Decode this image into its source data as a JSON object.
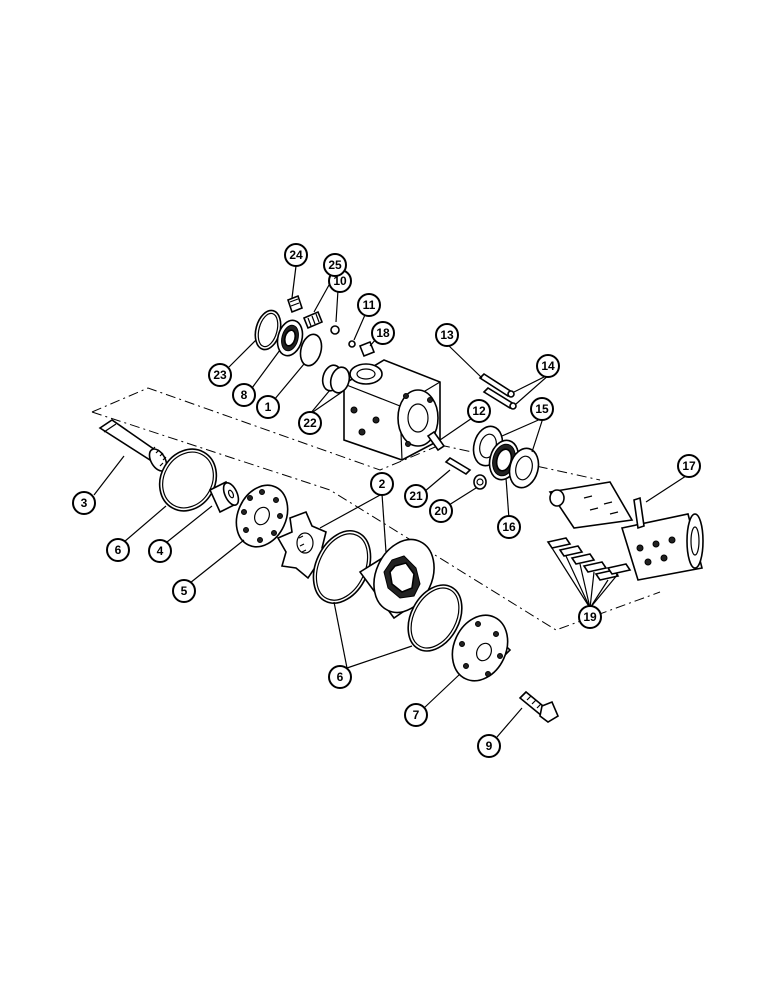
{
  "callouts": [
    {
      "id": "c1",
      "label": "1"
    },
    {
      "id": "c2",
      "label": "2"
    },
    {
      "id": "c3",
      "label": "3"
    },
    {
      "id": "c4",
      "label": "4"
    },
    {
      "id": "c5",
      "label": "5"
    },
    {
      "id": "c6a",
      "label": "6"
    },
    {
      "id": "c6b",
      "label": "6"
    },
    {
      "id": "c7",
      "label": "7"
    },
    {
      "id": "c8",
      "label": "8"
    },
    {
      "id": "c9",
      "label": "9"
    },
    {
      "id": "c10",
      "label": "10"
    },
    {
      "id": "c11",
      "label": "11"
    },
    {
      "id": "c12",
      "label": "12"
    },
    {
      "id": "c13",
      "label": "13"
    },
    {
      "id": "c14",
      "label": "14"
    },
    {
      "id": "c15",
      "label": "15"
    },
    {
      "id": "c16",
      "label": "16"
    },
    {
      "id": "c17",
      "label": "17"
    },
    {
      "id": "c18",
      "label": "18"
    },
    {
      "id": "c19",
      "label": "19"
    },
    {
      "id": "c20",
      "label": "20"
    },
    {
      "id": "c21",
      "label": "21"
    },
    {
      "id": "c22",
      "label": "22"
    },
    {
      "id": "c23",
      "label": "23"
    },
    {
      "id": "c24",
      "label": "24"
    },
    {
      "id": "c25",
      "label": "25"
    }
  ]
}
